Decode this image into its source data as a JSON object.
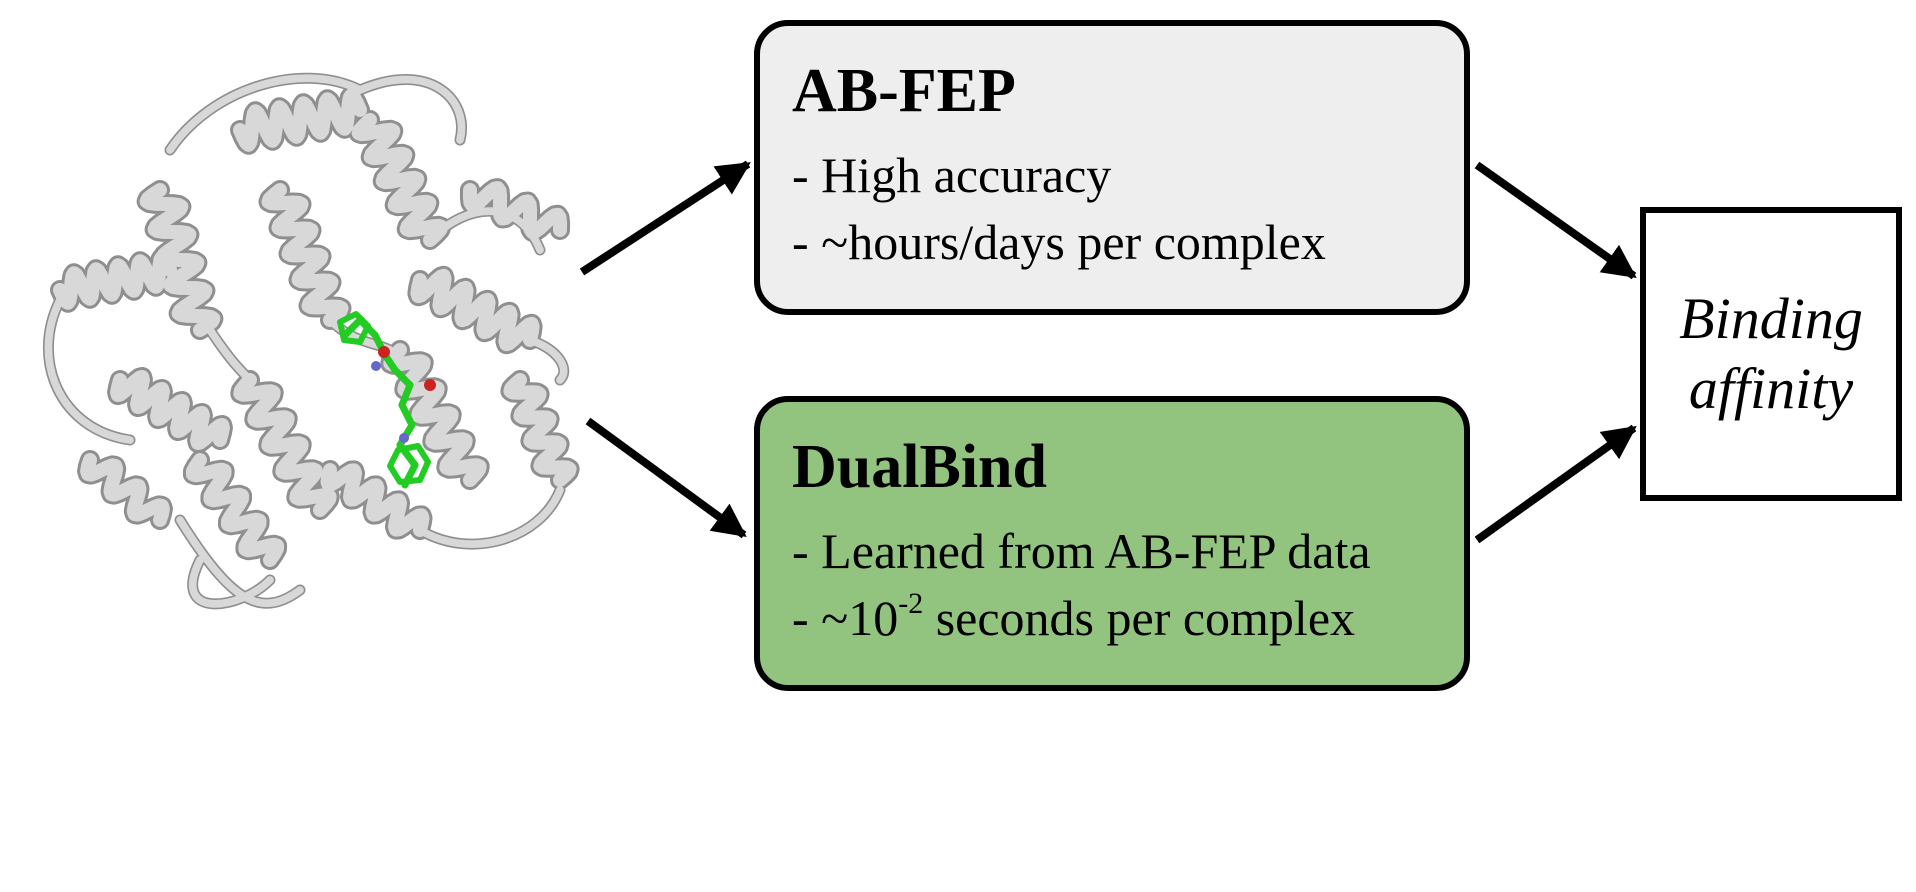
{
  "colors": {
    "abfep_fill": "#eeeeee",
    "dualbind_fill": "#93c47f",
    "ribbon": "#d8d8d8",
    "ribbon_edge": "#8f8f8f",
    "ligand": "#22cc22"
  },
  "abfep": {
    "title": "AB-FEP",
    "line1": "- High accuracy",
    "line2": "- ~hours/days per complex"
  },
  "dualbind": {
    "title": "DualBind",
    "line1": "- Learned from AB-FEP data",
    "line2_prefix": "- ~10",
    "line2_exponent": "-2",
    "line2_suffix": " seconds per complex"
  },
  "result": {
    "line1": "Binding",
    "line2": "affinity"
  },
  "images": {
    "protein": "protein-ligand-complex-icon"
  }
}
